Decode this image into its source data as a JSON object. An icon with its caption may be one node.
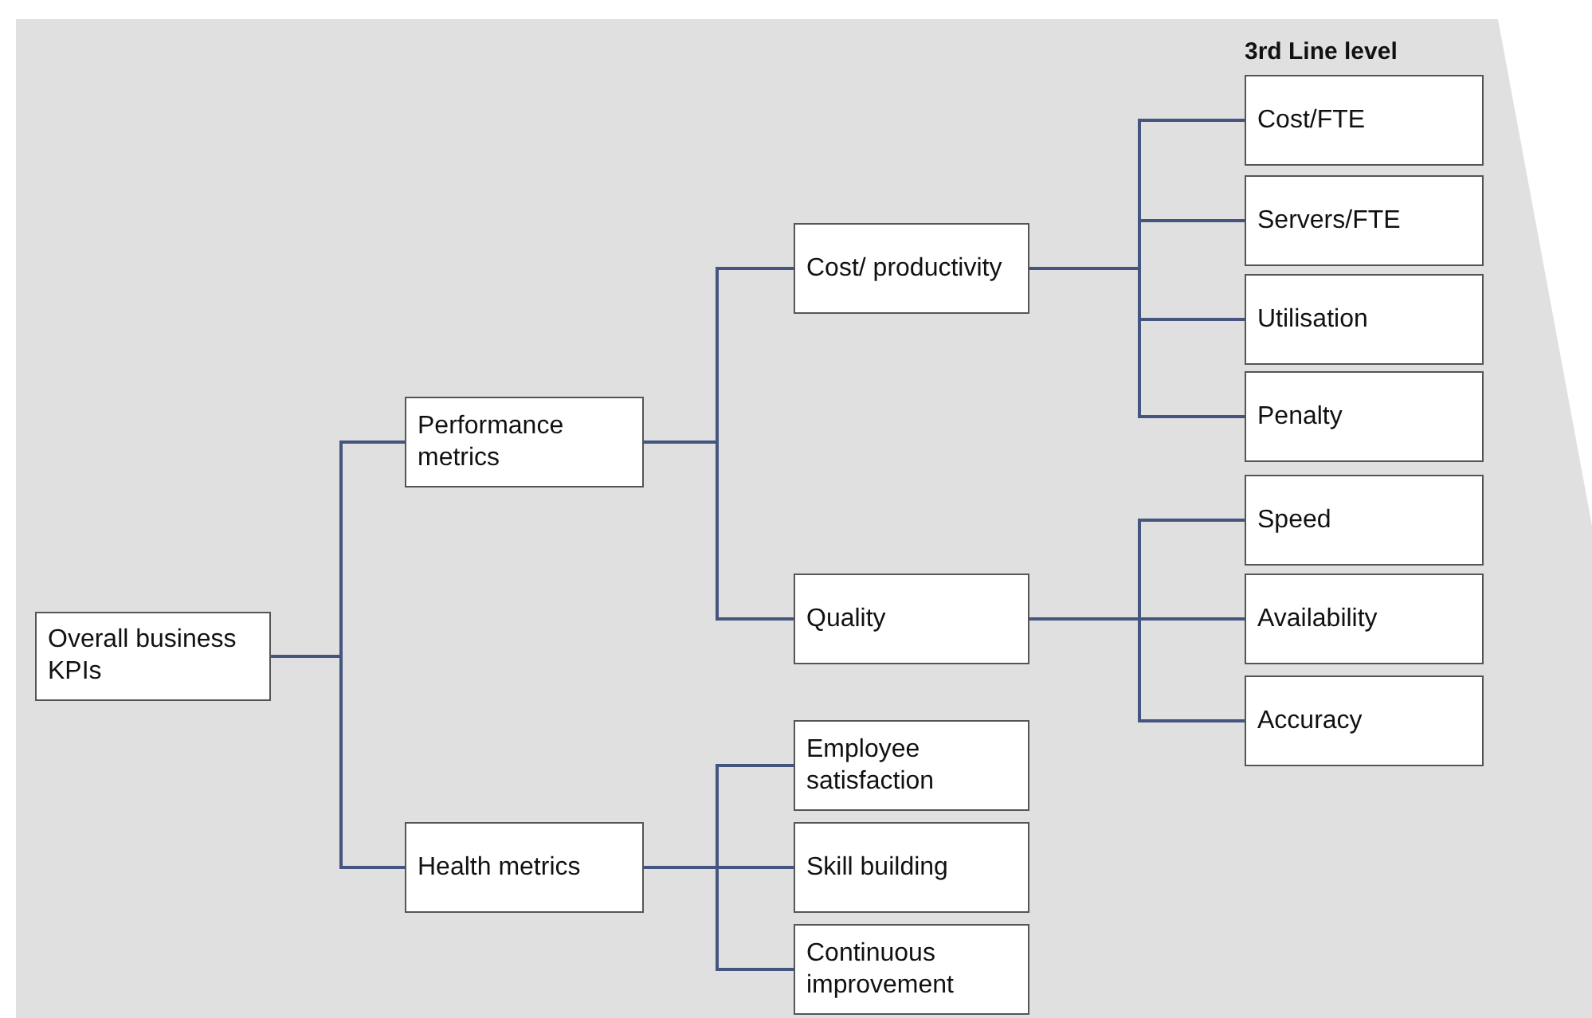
{
  "diagram": {
    "nodes": [
      {
        "text": [
          "Overall business KPIs"
        ]
      },
      {
        "text": [
          "Performance metrics"
        ]
      },
      {
        "text": [
          "Health metrics"
        ]
      },
      {
        "text": [
          "Cost/ productivity"
        ]
      },
      {
        "text": [
          "Quality"
        ]
      },
      {
        "text": [
          "Employee satisfaction"
        ]
      },
      {
        "text": [
          "Skill building"
        ]
      },
      {
        "text": [
          "Continuous improvement"
        ]
      },
      {
        "text": [
          "Cost/FTE"
        ]
      },
      {
        "text": [
          "Servers/FTE"
        ]
      },
      {
        "text": [
          "Utilisation"
        ]
      },
      {
        "text": [
          "Penalty"
        ]
      },
      {
        "text": [
          "Speed"
        ]
      },
      {
        "text": [
          "Availability"
        ]
      },
      {
        "text": [
          "Accuracy"
        ]
      }
    ],
    "edges": [
      {
        "from": 0,
        "to": 1,
        "arrow": "none"
      },
      {
        "from": 0,
        "to": 2,
        "arrow": "none"
      },
      {
        "from": 1,
        "to": 3,
        "arrow": "none"
      },
      {
        "from": 1,
        "to": 4,
        "arrow": "none"
      },
      {
        "from": 2,
        "to": 5,
        "arrow": "none"
      },
      {
        "from": 2,
        "to": 6,
        "arrow": "none"
      },
      {
        "from": 2,
        "to": 7,
        "arrow": "none"
      },
      {
        "from": 3,
        "to": 8,
        "arrow": "none"
      },
      {
        "from": 3,
        "to": 9,
        "arrow": "none"
      },
      {
        "from": 3,
        "to": 10,
        "arrow": "none"
      },
      {
        "from": 3,
        "to": 11,
        "arrow": "none"
      },
      {
        "from": 4,
        "to": 12,
        "arrow": "none"
      },
      {
        "from": 4,
        "to": 13,
        "arrow": "none"
      },
      {
        "from": 4,
        "to": 14,
        "arrow": "none"
      }
    ],
    "labels": [
      "3rd Line level"
    ]
  }
}
